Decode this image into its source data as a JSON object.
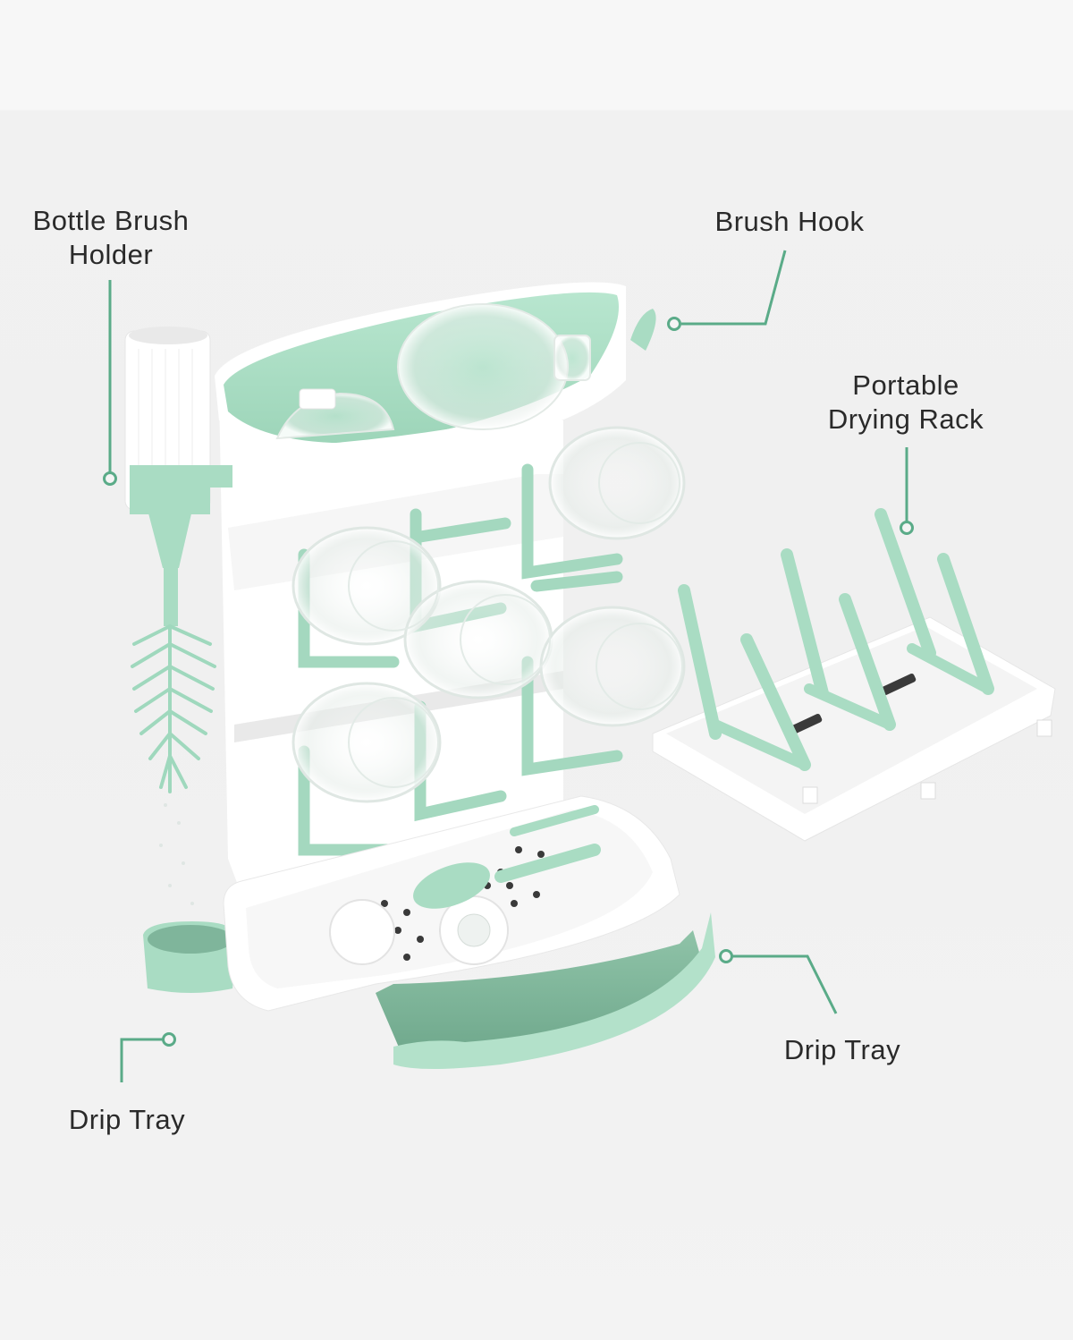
{
  "image": {
    "description": "Baby bottle drying rack product feature callout graphic",
    "background_color": "#f1f1f1",
    "accent_color": "#5aab88",
    "product_green": "#a9dcc3",
    "product_white": "#ffffff"
  },
  "callouts": [
    {
      "id": "bottle-brush-holder",
      "lines": [
        "Bottle Brush",
        "Holder"
      ]
    },
    {
      "id": "brush-hook",
      "lines": [
        "Brush Hook"
      ]
    },
    {
      "id": "portable-drying-rack",
      "lines": [
        "Portable",
        "Drying Rack"
      ]
    },
    {
      "id": "drip-tray-left",
      "lines": [
        "Drip Tray"
      ]
    },
    {
      "id": "drip-tray-right",
      "lines": [
        "Drip Tray"
      ]
    }
  ]
}
